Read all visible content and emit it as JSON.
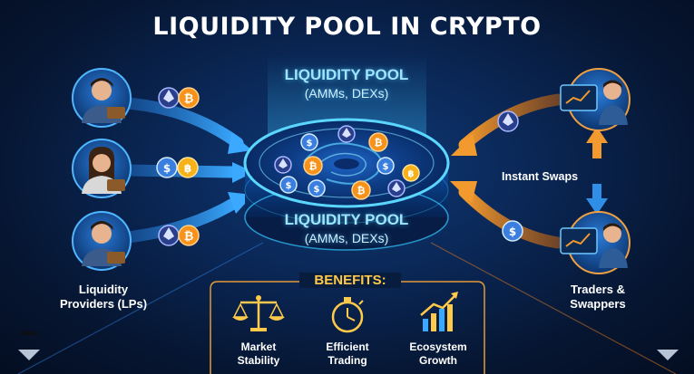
{
  "title": "LIQUIDITY POOL IN CRYPTO",
  "pool": {
    "label_top": "LIQUIDITY POOL",
    "sub_top": "(AMMs, DEXs)",
    "label_bottom": "LIQUIDITY POOL",
    "sub_bottom": "(AMMs, DEXs)"
  },
  "providers": {
    "label_line1": "Liquidity",
    "label_line2": "Providers (LPs)"
  },
  "traders": {
    "label_line1": "Traders &",
    "label_line2": "Swappers",
    "swap_label": "Instant Swaps"
  },
  "benefits": {
    "title": "BENEFITS:",
    "items": [
      {
        "line1": "Market",
        "line2": "Stability",
        "icon": "scales-icon"
      },
      {
        "line1": "Efficient",
        "line2": "Trading",
        "icon": "stopwatch-icon"
      },
      {
        "line1": "Ecosystem",
        "line2": "Growth",
        "icon": "growth-chart-icon"
      }
    ]
  },
  "colors": {
    "accent_cyan": "#35c8ff",
    "arrow_blue": "#2a8ee0",
    "arrow_orange": "#f08a24",
    "gold": "#ffc94a",
    "bitcoin": "#f7931a",
    "ethereum": "#6f7fd8",
    "dollar": "#3a7fe0"
  },
  "coin_symbols": {
    "bitcoin": "₿",
    "ethereum": "◆",
    "dollar": "$",
    "bitcoin_alt": "฿"
  }
}
